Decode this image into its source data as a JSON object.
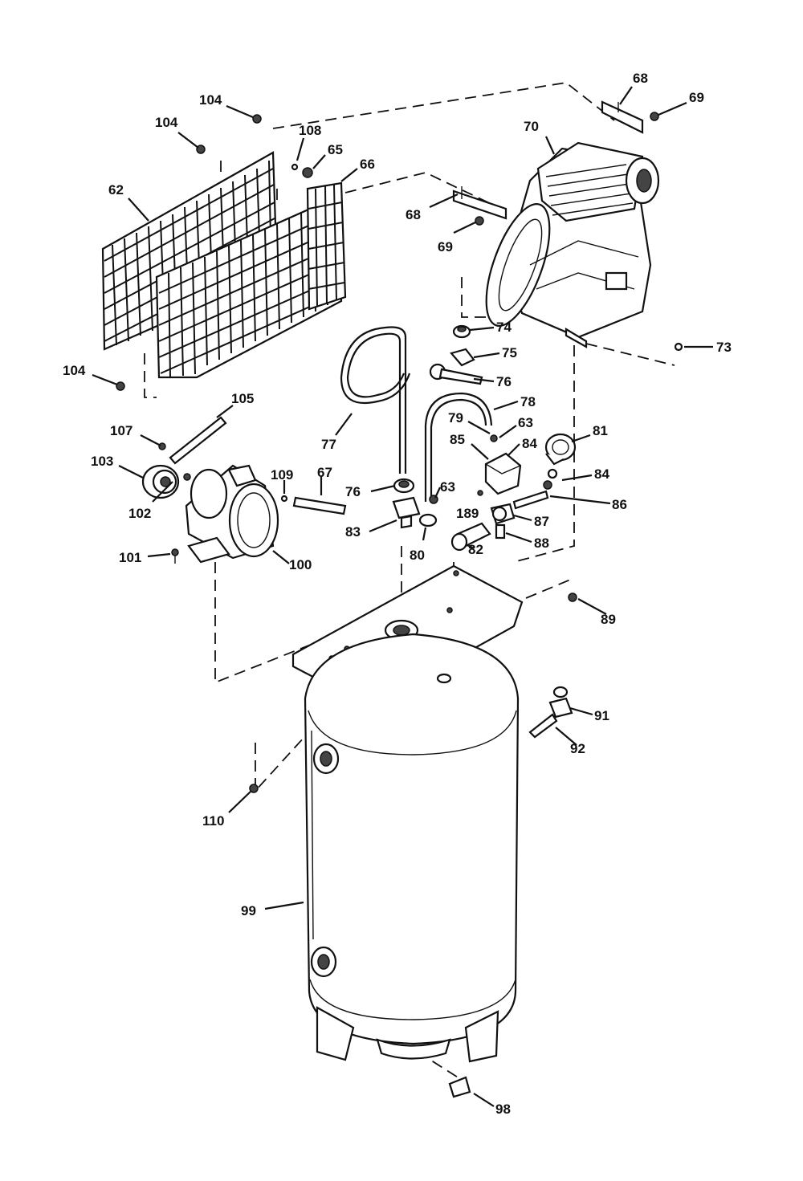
{
  "colors": {
    "line": "#111111",
    "background": "#ffffff"
  },
  "callouts": [
    {
      "id": "c-68-top",
      "label": "68"
    },
    {
      "id": "c-69-top",
      "label": "69"
    },
    {
      "id": "c-70",
      "label": "70"
    },
    {
      "id": "c-104-a",
      "label": "104"
    },
    {
      "id": "c-104-b",
      "label": "104"
    },
    {
      "id": "c-108",
      "label": "108"
    },
    {
      "id": "c-65",
      "label": "65"
    },
    {
      "id": "c-66",
      "label": "66"
    },
    {
      "id": "c-62",
      "label": "62"
    },
    {
      "id": "c-68-mid",
      "label": "68"
    },
    {
      "id": "c-69-mid",
      "label": "69"
    },
    {
      "id": "c-74",
      "label": "74"
    },
    {
      "id": "c-75",
      "label": "75"
    },
    {
      "id": "c-73",
      "label": "73"
    },
    {
      "id": "c-76-top",
      "label": "76"
    },
    {
      "id": "c-78",
      "label": "78"
    },
    {
      "id": "c-104-c",
      "label": "104"
    },
    {
      "id": "c-105",
      "label": "105"
    },
    {
      "id": "c-79",
      "label": "79"
    },
    {
      "id": "c-63-a",
      "label": "63"
    },
    {
      "id": "c-107",
      "label": "107"
    },
    {
      "id": "c-85",
      "label": "85"
    },
    {
      "id": "c-84-a",
      "label": "84"
    },
    {
      "id": "c-81",
      "label": "81"
    },
    {
      "id": "c-77",
      "label": "77"
    },
    {
      "id": "c-103",
      "label": "103"
    },
    {
      "id": "c-109",
      "label": "109"
    },
    {
      "id": "c-67",
      "label": "67"
    },
    {
      "id": "c-84-b",
      "label": "84"
    },
    {
      "id": "c-76-bot",
      "label": "76"
    },
    {
      "id": "c-63-b",
      "label": "63"
    },
    {
      "id": "c-86",
      "label": "86"
    },
    {
      "id": "c-102",
      "label": "102"
    },
    {
      "id": "c-189",
      "label": "189"
    },
    {
      "id": "c-87",
      "label": "87"
    },
    {
      "id": "c-83",
      "label": "83"
    },
    {
      "id": "c-88",
      "label": "88"
    },
    {
      "id": "c-80",
      "label": "80"
    },
    {
      "id": "c-82",
      "label": "82"
    },
    {
      "id": "c-101",
      "label": "101"
    },
    {
      "id": "c-100",
      "label": "100"
    },
    {
      "id": "c-89",
      "label": "89"
    },
    {
      "id": "c-91",
      "label": "91"
    },
    {
      "id": "c-92",
      "label": "92"
    },
    {
      "id": "c-110",
      "label": "110"
    },
    {
      "id": "c-99",
      "label": "99"
    },
    {
      "id": "c-98",
      "label": "98"
    }
  ]
}
